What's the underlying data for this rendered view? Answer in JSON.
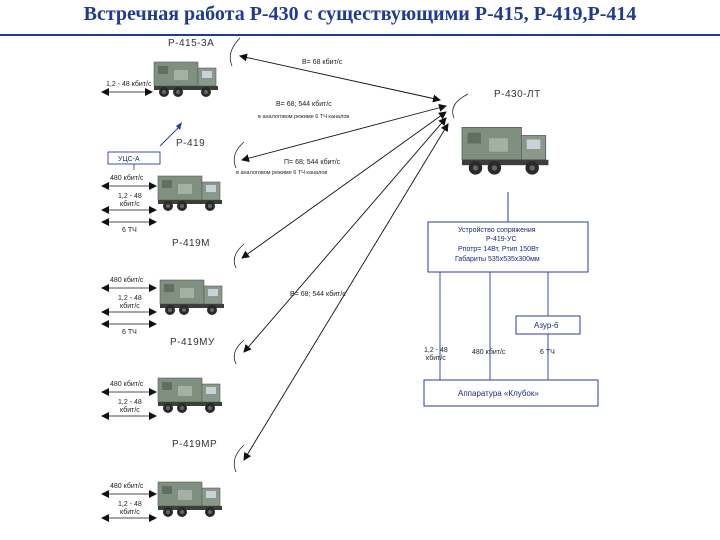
{
  "title": "Встречная работа Р-430 с существующими Р-415, Р-419,Р-414",
  "stations": {
    "r415": "Р-415-3А",
    "r419": "Р-419",
    "r419m": "Р-419М",
    "r419mu": "Р-419МУ",
    "r419mr": "Р-419МР",
    "r430": "Р-430-ЛТ"
  },
  "uts_box": "УЦС-А",
  "links": {
    "l1": "В= 68 кбит/с",
    "l2": "В= 68; 544 кбит/с",
    "l2_note": "в аналоговом режиме 6 ТЧ каналов",
    "l3": "П= 68; 544 кбит/с",
    "l3_note": "в аналоговом режиме 6 ТЧ каналов",
    "l4": "В= 68; 544 кбит/с"
  },
  "rates": {
    "r415_rate": "1,2 - 48 кбит/с",
    "r419_480": "480 кбит/с",
    "r419_12": "1,2 - 48",
    "r419_12b": "кбит/с",
    "r419_tch": "6 ТЧ",
    "m_480": "480 кбит/с",
    "m_12": "1,2 - 48",
    "m_12b": "кбит/с",
    "m_tch": "6 ТЧ",
    "mu_480": "480 кбит/с",
    "mu_12": "1,2 - 48",
    "mu_12b": "кбит/с",
    "mr_480": "480 кбит/с",
    "mr_12": "1,2 - 48",
    "mr_12b": "кбит/с"
  },
  "device": {
    "line1": "Устройство сопряжения",
    "line2": "Р-419-УС",
    "line3": "Рпотр= 14Вт, Ртип   150Вт",
    "line4": "Габариты 535х535х300мм"
  },
  "azur": "Азур-6",
  "klubok": "Аппаратура «Клубок»",
  "klubok_rates": {
    "a": "1,2 - 48",
    "a2": "кбит/с",
    "b": "480 кбит/с",
    "c": "6 ТЧ"
  },
  "colors": {
    "title": "#1f3a93",
    "box_border": "#2a3aa8",
    "truck": "#8a9a8a"
  }
}
